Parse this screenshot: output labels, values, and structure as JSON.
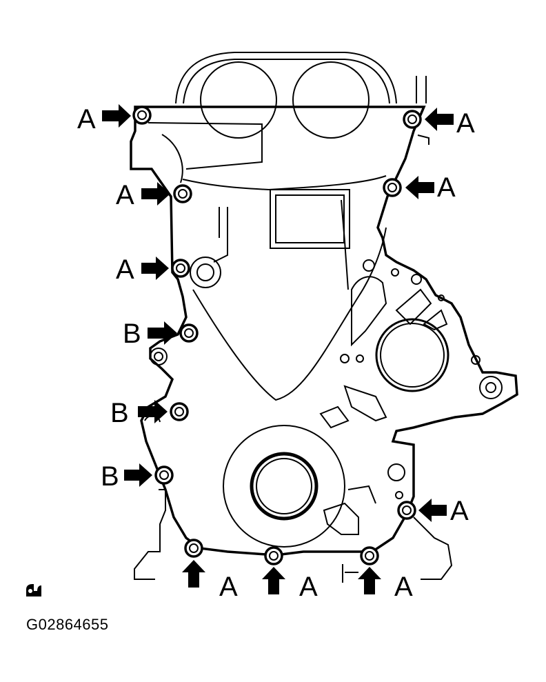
{
  "figure": {
    "code": "G02864655",
    "icon": "torque-wrench-icon",
    "callouts": [
      {
        "id": "a1",
        "label": "A"
      },
      {
        "id": "a2",
        "label": "A"
      },
      {
        "id": "a3",
        "label": "A"
      },
      {
        "id": "a4",
        "label": "A"
      },
      {
        "id": "a5",
        "label": "A"
      },
      {
        "id": "b1",
        "label": "B"
      },
      {
        "id": "b2",
        "label": "B"
      },
      {
        "id": "b3",
        "label": "B"
      },
      {
        "id": "a6",
        "label": "A"
      },
      {
        "id": "a7",
        "label": "A"
      },
      {
        "id": "a8",
        "label": "A"
      },
      {
        "id": "a9",
        "label": "A"
      }
    ]
  }
}
